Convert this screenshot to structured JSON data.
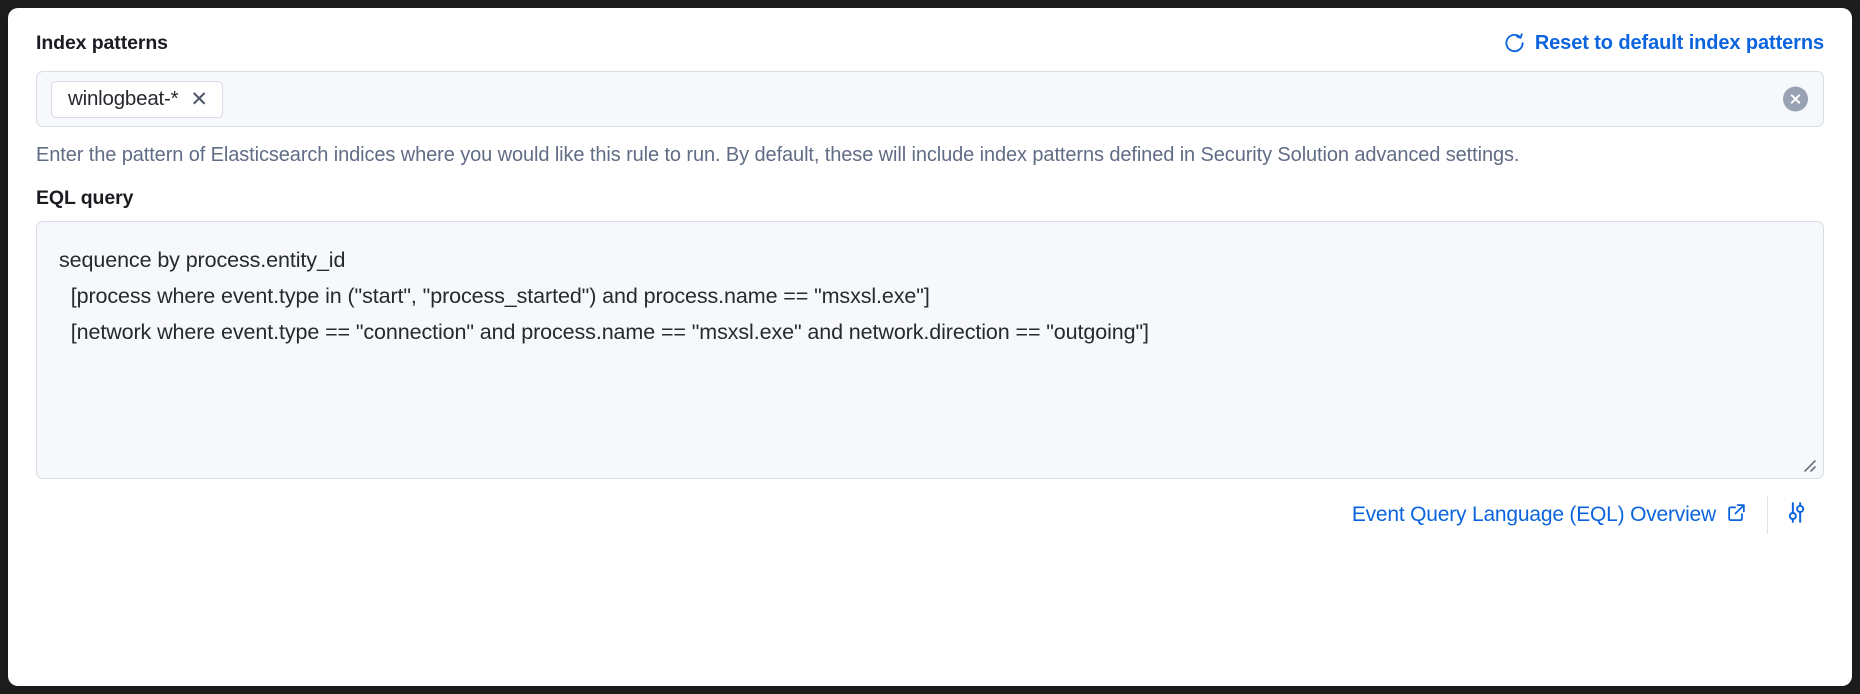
{
  "index_patterns": {
    "label": "Index patterns",
    "reset_link": "Reset to default index patterns",
    "reset_icon": "refresh-icon",
    "selected": [
      {
        "value": "winlogbeat-*",
        "remove_icon": "close-icon"
      }
    ],
    "clear_icon": "clear-all-icon",
    "help_text": "Enter the pattern of Elasticsearch indices where you would like this rule to run. By default, these will include index patterns defined in Security Solution advanced settings."
  },
  "eql": {
    "label": "EQL query",
    "query_lines": [
      "sequence by process.entity_id",
      "  [process where event.type in (\"start\", \"process_started\") and process.name == \"msxsl.exe\"]",
      "  [network where event.type == \"connection\" and process.name == \"msxsl.exe\" and network.direction == \"outgoing\"]"
    ],
    "query": "sequence by process.entity_id\n  [process where event.type in (\"start\", \"process_started\") and process.name == \"msxsl.exe\"]\n  [network where event.type == \"connection\" and process.name == \"msxsl.exe\" and network.direction == \"outgoing\"]",
    "resize_handle_icon": "resize-grip-icon",
    "footer": {
      "overview_link": "Event Query Language (EQL) Overview",
      "overview_external_icon": "external-link-icon",
      "settings_icon": "sliders-icon"
    }
  },
  "colors": {
    "link": "#0b64dd",
    "label": "#1a1c21",
    "help_text": "#616c85",
    "field_background": "#f7f8fc",
    "field_border": "#d7dce5",
    "clear_badge": "#98a2b3",
    "panel_background": "#ffffff",
    "frame": "#1d1d1d"
  }
}
